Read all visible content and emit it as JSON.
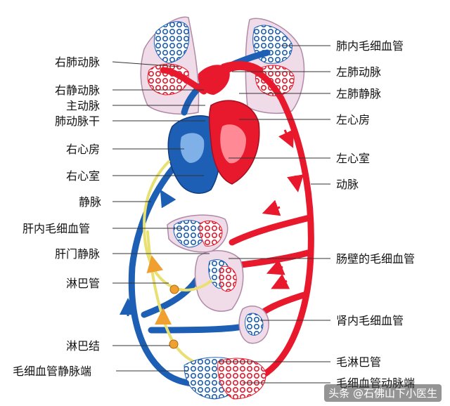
{
  "labels_left": [
    "右肺动脉",
    "右静动脉",
    "主动脉",
    "肺动脉干",
    "右心房",
    "右心室",
    "静脉",
    "肝内毛细血管",
    "肝门静脉",
    "淋巴管",
    "淋巴结",
    "毛细血管静脉端"
  ],
  "labels_right": [
    "肺内毛细血管",
    "左肺动脉",
    "左肺静脉",
    "左心房",
    "左心室",
    "动脉",
    "肠壁的毛细血管",
    "肾内毛细血管",
    "毛淋巴管",
    "毛细血管动脉端"
  ],
  "watermark": "头条 @石佛山下小医生",
  "colors": {
    "artery": "#e8192c",
    "vein": "#1d5fb4",
    "lymph": "#e8e070",
    "organ": "#f0dbe8",
    "organ_outline": "#b08aa8"
  }
}
